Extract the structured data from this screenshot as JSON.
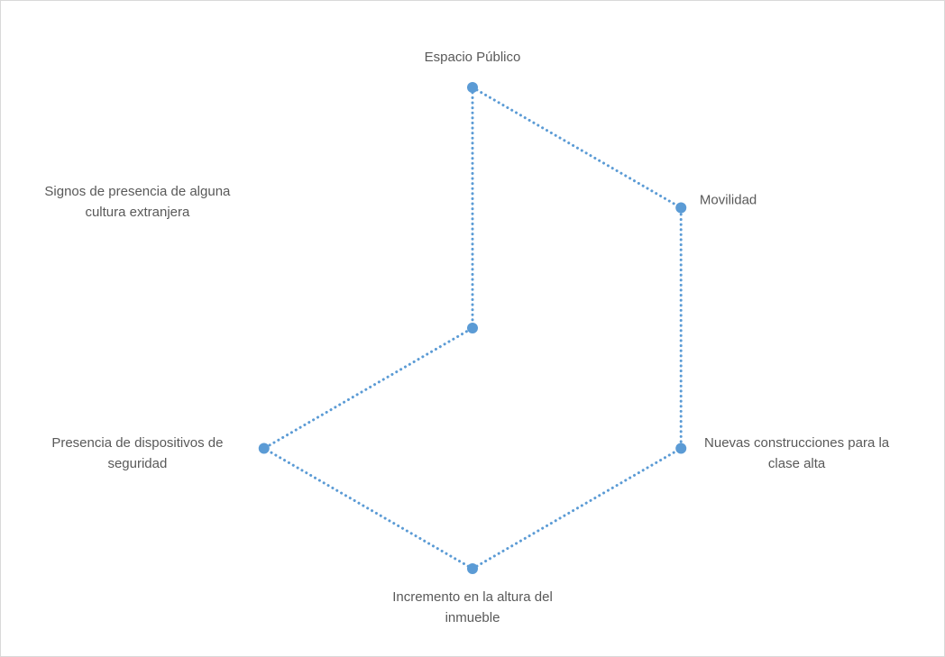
{
  "chart_data": {
    "type": "radar",
    "title": "",
    "axes": [
      [
        "Espacio Público"
      ],
      [
        "Movilidad"
      ],
      [
        "Nuevas construcciones para la",
        "clase alta"
      ],
      [
        "Incremento en la altura del",
        "inmueble"
      ],
      [
        "Presencia de dispositivos de",
        "seguridad"
      ],
      [
        "Signos de presencia de alguna",
        "cultura extranjera"
      ]
    ],
    "series": [
      {
        "values": [
          1,
          1,
          1,
          1,
          1,
          0
        ],
        "color": "#5b9bd5",
        "line_style": "dotted"
      }
    ],
    "range": [
      0,
      1
    ],
    "grid": false,
    "legend": "none"
  }
}
